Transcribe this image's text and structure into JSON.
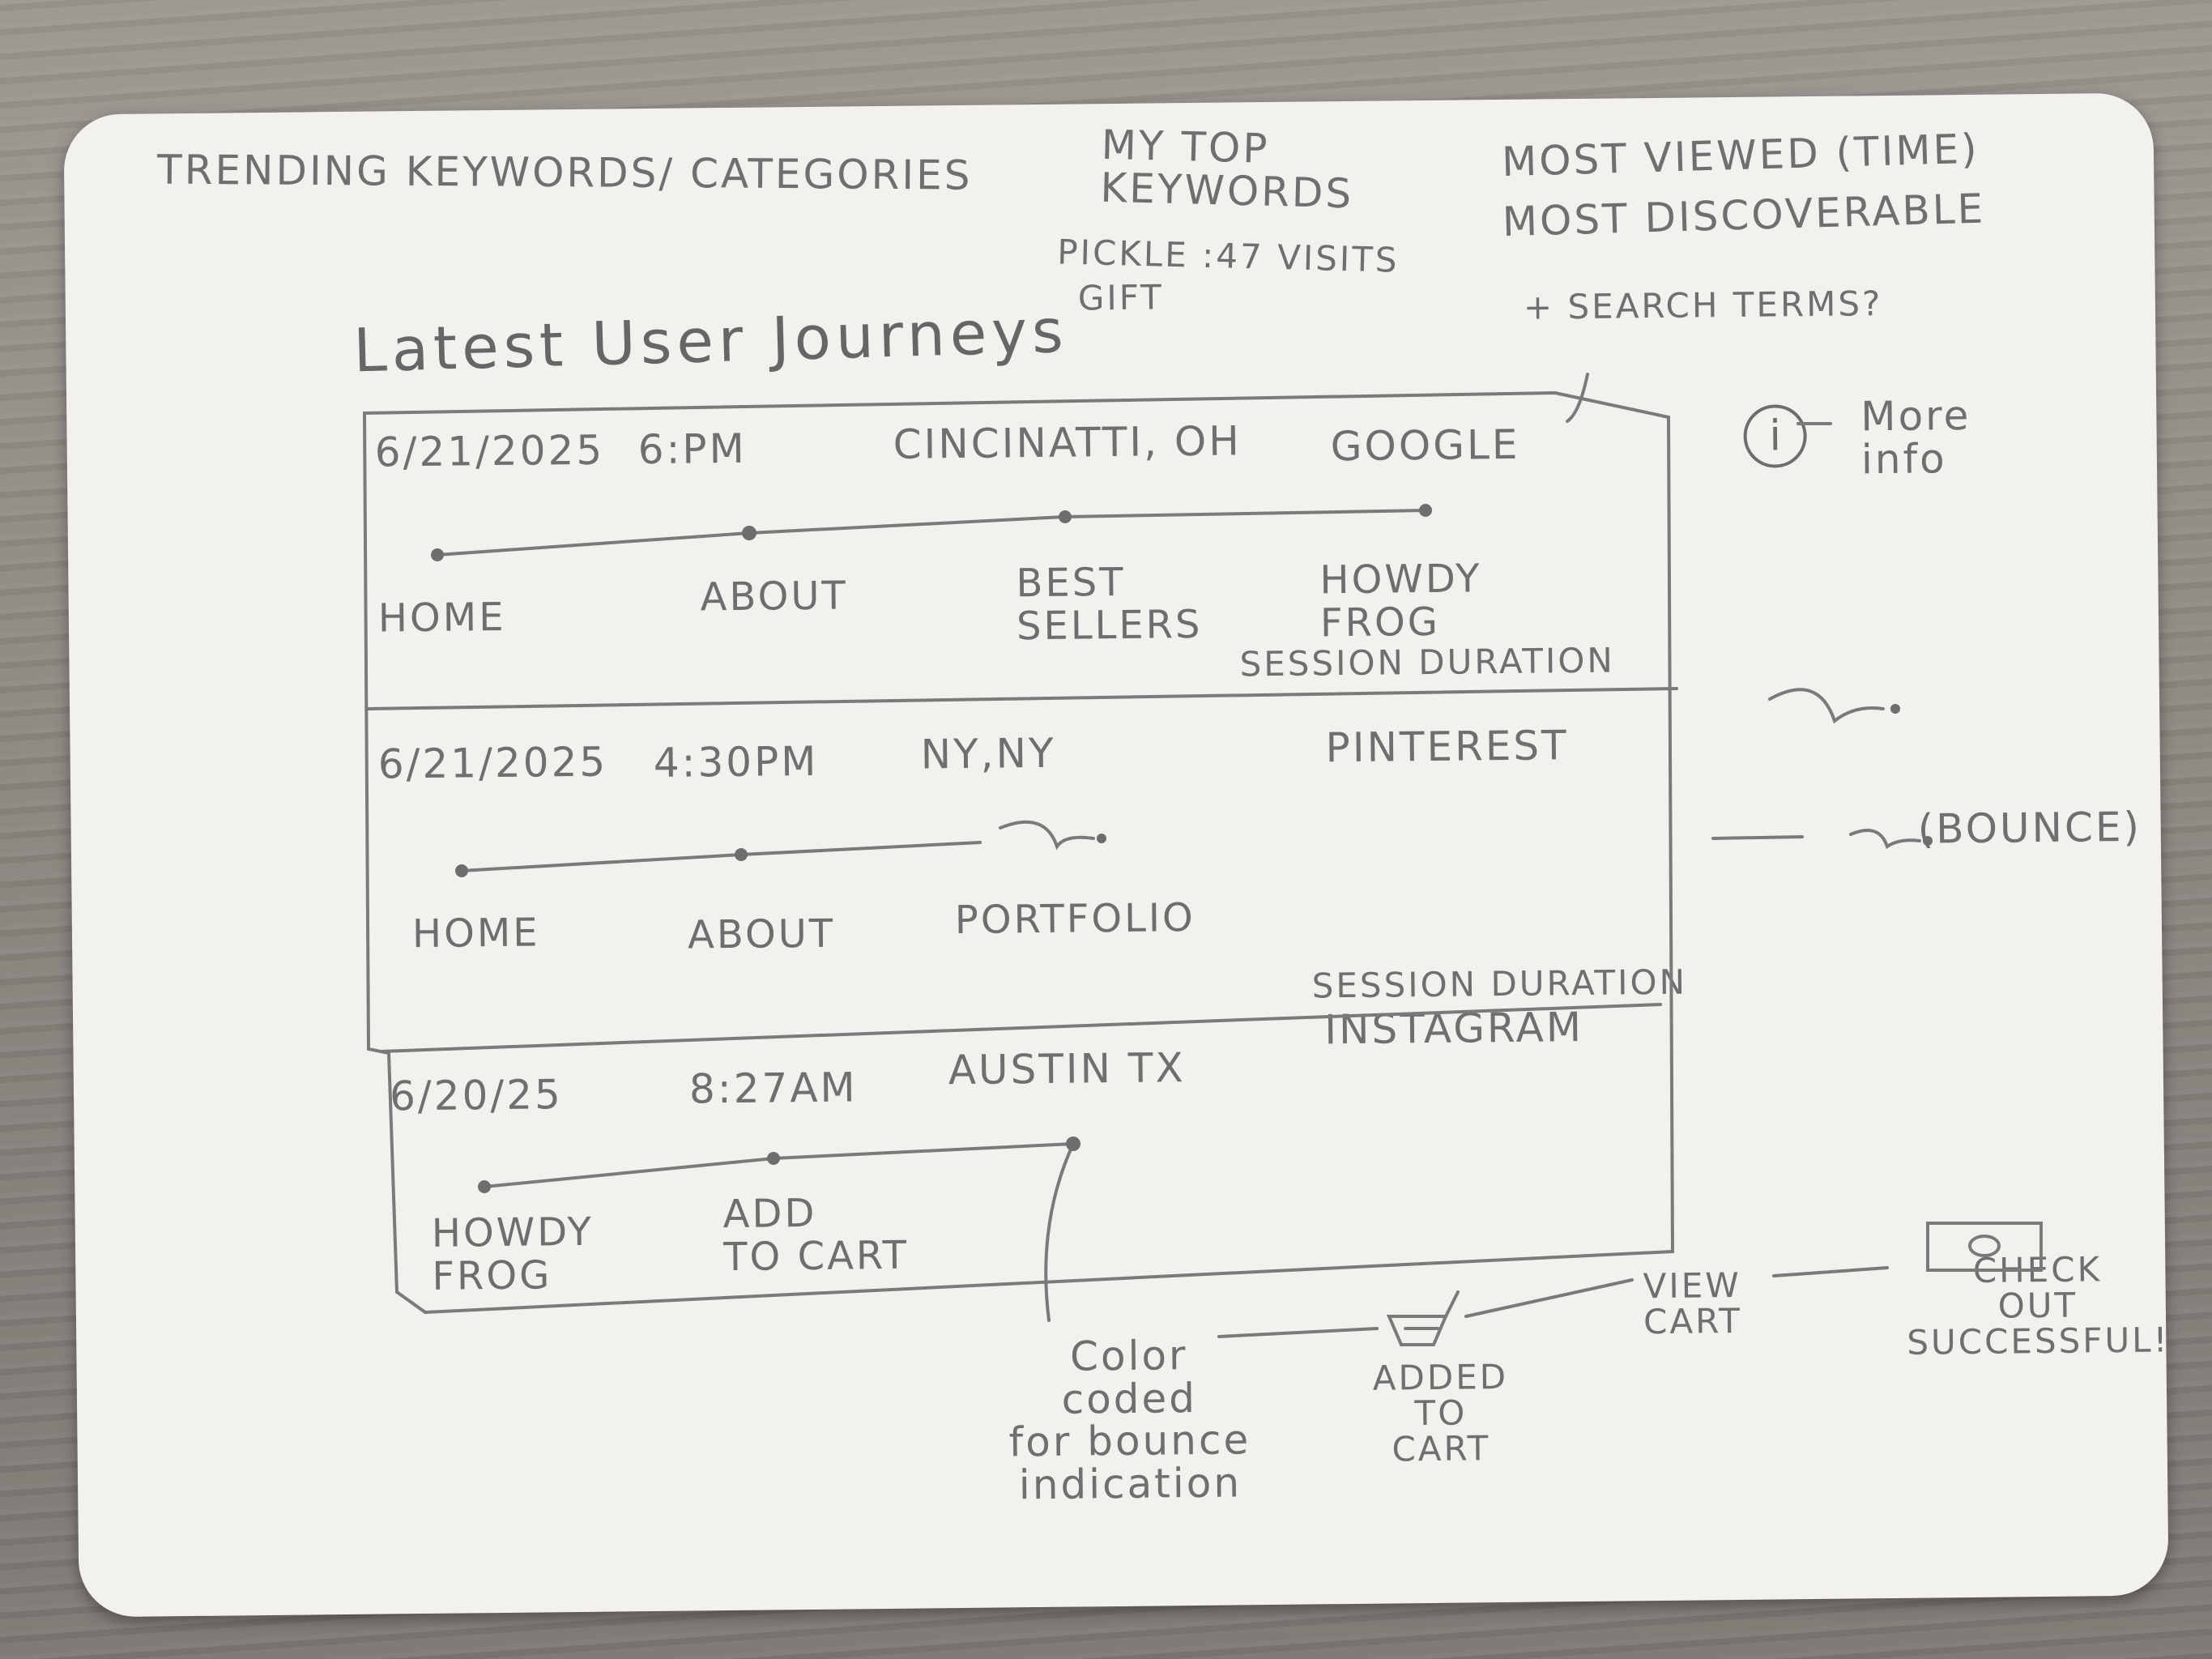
{
  "header": {
    "trending_label": "TRENDING KEYWORDS/ CATEGORIES",
    "my_top_keywords_label": "MY TOP\nKEYWORDS",
    "keyword_1": "PICKLE :47 VISITS",
    "keyword_2": "GIFT",
    "most_viewed_label": "MOST VIEWED (TIME)",
    "most_discoverable_label": "MOST DISCOVERABLE",
    "search_terms_label": "+ SEARCH TERMS?"
  },
  "page_title": "Latest User Journeys",
  "info_tooltip": {
    "icon_glyph": "i",
    "label": "More\ninfo"
  },
  "journeys": [
    {
      "date": "6/21/2025",
      "time": "6:PM",
      "location": "CINCINATTI, OH",
      "source": "GOOGLE",
      "steps": [
        "HOME",
        "ABOUT",
        "BEST\nSELLERS",
        "HOWDY\nFROG"
      ],
      "session_label": "SESSION DURATION"
    },
    {
      "date": "6/21/2025",
      "time": "4:30PM",
      "location": "NY,NY",
      "source": "PINTEREST",
      "steps": [
        "HOME",
        "ABOUT",
        "PORTFOLIO"
      ],
      "session_label": "SESSION DURATION"
    },
    {
      "date": "6/20/25",
      "time": "8:27AM",
      "location": "AUSTIN TX",
      "source": "INSTAGRAM",
      "steps": [
        "HOWDY\nFROG",
        "ADD\nTO CART"
      ]
    }
  ],
  "legend": {
    "bounce_label": "(BOUNCE)",
    "color_note": "Color\ncoded\nfor bounce\nindication",
    "added_to_cart_label": "ADDED\nTO\nCART",
    "view_cart_label": "VIEW\nCART",
    "checkout_label": "CHECK\nOUT\nSUCCESSFUL!"
  },
  "colors": {
    "paper": "#f2f1ee",
    "pencil": "#6f6f6f",
    "table": "#8f8a84"
  }
}
